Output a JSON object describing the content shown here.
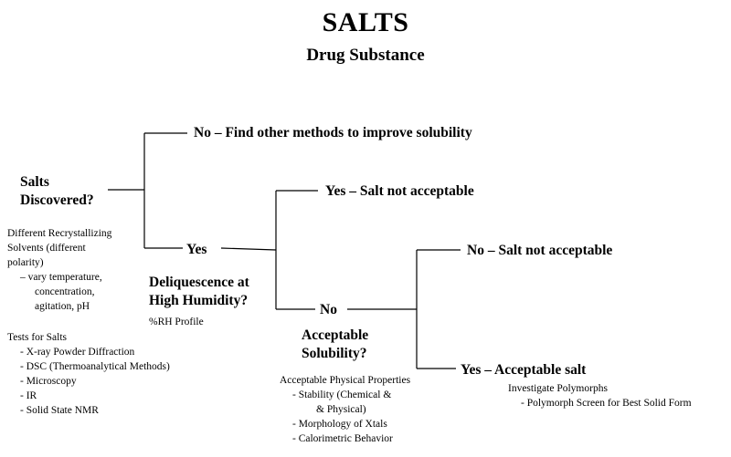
{
  "title": "SALTS",
  "subtitle": "Drug Substance",
  "nodes": {
    "salts_discovered": [
      "Salts",
      "Discovered?"
    ],
    "no_find_other": "No – Find other methods to improve solubility",
    "yes_1": "Yes",
    "deliquescence": [
      "Deliquescence at",
      "High Humidity?"
    ],
    "yes_not_acceptable": "Yes – Salt not acceptable",
    "no_1": "No",
    "acceptable_solubility": [
      "Acceptable",
      "Solubility?"
    ],
    "no_not_acceptable": "No – Salt not acceptable",
    "yes_acceptable": "Yes – Acceptable salt"
  },
  "notes": {
    "recrystallizing": [
      "Different Recrystallizing",
      "Solvents (different",
      "polarity)",
      "– vary temperature,",
      "concentration,",
      "agitation, pH"
    ],
    "tests": {
      "heading": "Tests for Salts",
      "items": [
        "- X-ray Powder Diffraction",
        "- DSC (Thermoanalytical Methods)",
        "- Microscopy",
        "- IR",
        "- Solid State NMR"
      ]
    },
    "rh_profile": "%RH Profile",
    "physical": {
      "heading": "Acceptable Physical Properties",
      "items": [
        "- Stability (Chemical &",
        "& Physical)",
        "- Morphology of Xtals",
        "- Calorimetric Behavior"
      ]
    },
    "polymorphs": {
      "heading": "Investigate Polymorphs",
      "items": [
        "- Polymorph Screen for Best Solid Form"
      ]
    }
  }
}
